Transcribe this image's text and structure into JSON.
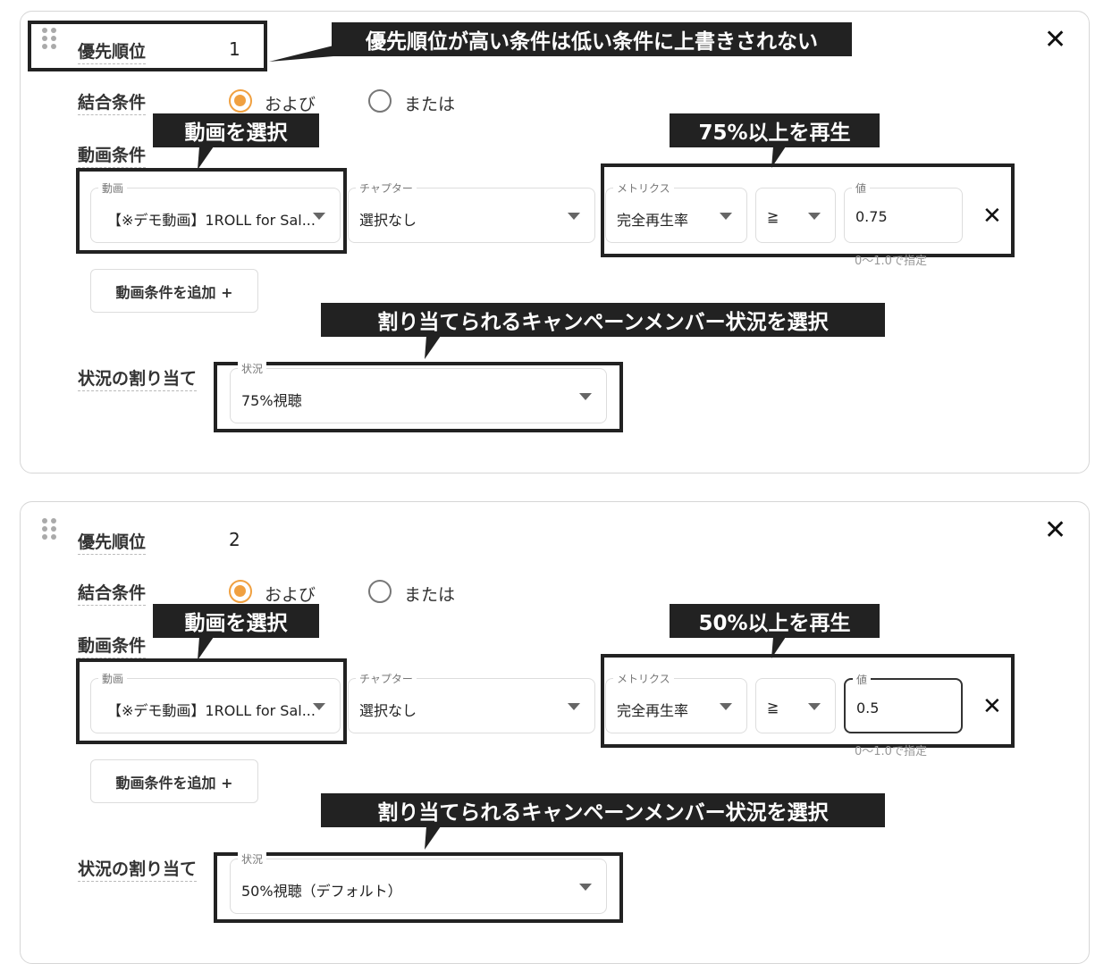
{
  "accent_color": "#f0a040",
  "annotation_color": "#222222",
  "cards": [
    {
      "priority_label": "優先順位",
      "priority_value": "1",
      "priority_callout": "優先順位が高い条件は低い条件に上書きされない",
      "join_label": "結合条件",
      "join_options": [
        "および",
        "または"
      ],
      "join_selected": "および",
      "video_cond_label": "動画条件",
      "video_callout": "動画を選択",
      "video_field": {
        "label": "動画",
        "value": "【※デモ動画】1ROLL for Sal..."
      },
      "chapter_field": {
        "label": "チャプター",
        "value": "選択なし"
      },
      "metric_field": {
        "label": "メトリクス",
        "value": "完全再生率"
      },
      "operator_field": {
        "value": "≧"
      },
      "value_field": {
        "label": "値",
        "value": "0.75",
        "helper": "0～1.0で指定"
      },
      "metric_callout": "75%以上を再生",
      "add_button": "動画条件を追加 +",
      "status_callout": "割り当てられるキャンペーンメンバー状況を選択",
      "status_label": "状況の割り当て",
      "status_field": {
        "label": "状況",
        "value": "75%視聴"
      }
    },
    {
      "priority_label": "優先順位",
      "priority_value": "2",
      "join_label": "結合条件",
      "join_options": [
        "および",
        "または"
      ],
      "join_selected": "および",
      "video_cond_label": "動画条件",
      "video_callout": "動画を選択",
      "video_field": {
        "label": "動画",
        "value": "【※デモ動画】1ROLL for Sal..."
      },
      "chapter_field": {
        "label": "チャプター",
        "value": "選択なし"
      },
      "metric_field": {
        "label": "メトリクス",
        "value": "完全再生率"
      },
      "operator_field": {
        "value": "≧"
      },
      "value_field": {
        "label": "値",
        "value": "0.5",
        "helper": "0～1.0で指定"
      },
      "metric_callout": "50%以上を再生",
      "add_button": "動画条件を追加 +",
      "status_callout": "割り当てられるキャンペーンメンバー状況を選択",
      "status_label": "状況の割り当て",
      "status_field": {
        "label": "状況",
        "value": "50%視聴（デフォルト）"
      }
    }
  ]
}
